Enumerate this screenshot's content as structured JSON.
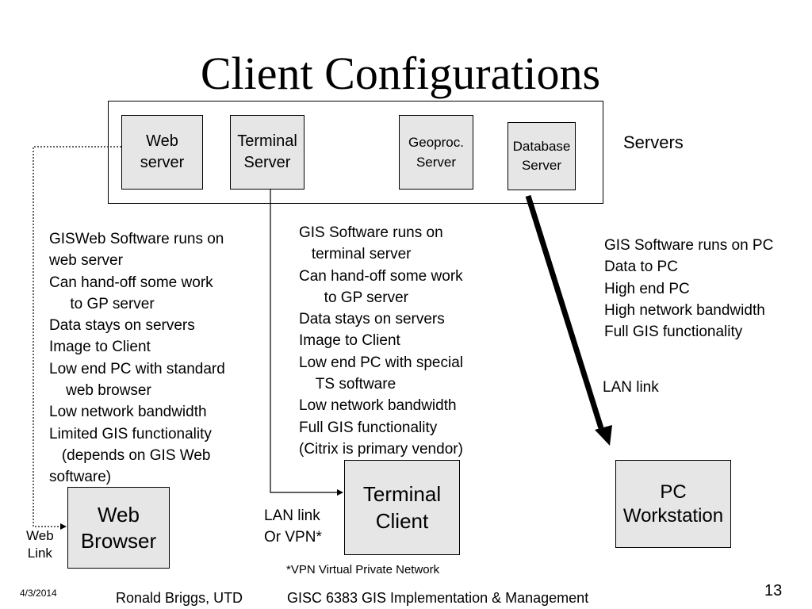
{
  "title": "Client Configurations",
  "servers_label": "Servers",
  "server_boxes": {
    "web": "Web\nserver",
    "terminal": "Terminal\nServer",
    "geoproc": "Geoproc.\nServer",
    "database": "Database\nServer"
  },
  "client_boxes": {
    "web_browser": "Web\nBrowser",
    "terminal_client": "Terminal\nClient",
    "pc_workstation": "PC\nWorkstation"
  },
  "columns": {
    "web": [
      "GISWeb Software runs on",
      "web server",
      "Can hand-off some work",
      "     to GP server",
      "Data stays on servers",
      "Image to Client",
      "Low end PC with standard",
      "    web browser",
      "Low network bandwidth",
      "Limited GIS functionality",
      "   (depends on GIS Web",
      "software)"
    ],
    "terminal": [
      "GIS Software runs on",
      "   terminal server",
      "Can hand-off some work",
      "      to GP server",
      "Data stays on servers",
      "Image to Client",
      "Low end PC with special",
      "    TS software",
      "Low network bandwidth",
      "Full GIS functionality",
      "(Citrix is primary vendor)"
    ],
    "pc": [
      "GIS Software runs on PC",
      "Data to PC",
      "High end PC",
      "High network bandwidth",
      "Full GIS functionality"
    ]
  },
  "link_labels": {
    "lan_link_pc": "LAN link",
    "lan_vpn": "LAN link\nOr VPN*",
    "web_link": "Web\nLink"
  },
  "footnote": "*VPN Virtual Private Network",
  "footer": {
    "date": "4/3/2014",
    "author": "Ronald Briggs, UTD",
    "course": "GISC 6383 GIS Implementation & Management",
    "page": "13"
  }
}
